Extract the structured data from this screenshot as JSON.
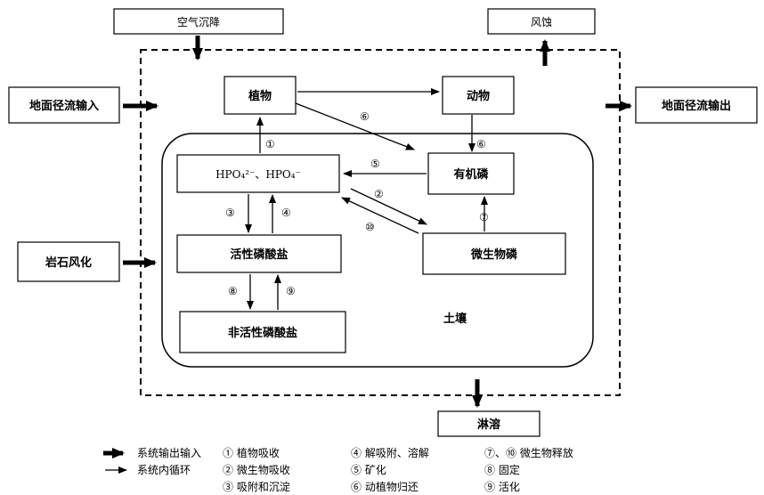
{
  "boxes": {
    "air_deposition": "空气沉降",
    "wind_erosion": "风蚀",
    "surface_runoff_in": "地面径流输入",
    "surface_runoff_out": "地面径流输出",
    "rock_weathering": "岩石风化",
    "plant": "植物",
    "animal": "动物",
    "hpo4": "HPO₄²⁻、HPO₄⁻",
    "organic_p": "有机磷",
    "active_phosphate": "活性磷酸盐",
    "microbial_p": "微生物磷",
    "inactive_phosphate": "非活性磷酸盐",
    "soil": "土壤",
    "leaching": "淋溶"
  },
  "arrow_numbers": {
    "n1": "①",
    "n2": "②",
    "n3": "③",
    "n4": "④",
    "n5": "⑤",
    "n6a": "⑥",
    "n6b": "⑥",
    "n7": "⑦",
    "n8": "⑧",
    "n9": "⑨",
    "n10": "⑩"
  },
  "legend": {
    "thick_arrow": "系统输出输入",
    "thin_arrow": "系统内循环",
    "items": [
      "① 植物吸收",
      "② 微生物吸收",
      "③ 吸附和沉淀",
      "④ 解吸附、溶解",
      "⑤ 矿化",
      "⑥ 动植物归还",
      "⑦、⑩ 微生物释放",
      "⑧ 固定",
      "⑨ 活化"
    ]
  }
}
